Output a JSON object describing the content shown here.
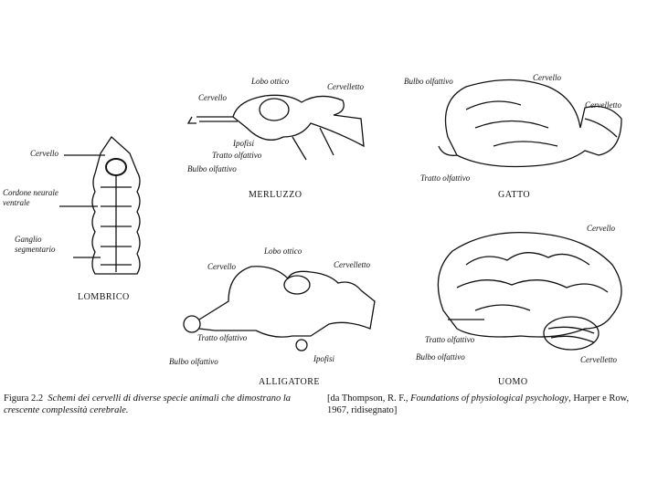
{
  "panels": {
    "lombrico": {
      "name": "LOMBRICO",
      "labels": [
        "Cervello",
        "Cordone neurale ventrale",
        "Ganglio segmentario"
      ]
    },
    "merluzzo": {
      "name": "MERLUZZO",
      "labels": [
        "Lobo ottico",
        "Cervelletto",
        "Cervello",
        "Ipofisi",
        "Tratto olfattivo",
        "Bulbo olfattivo"
      ]
    },
    "gatto": {
      "name": "GATTO",
      "labels": [
        "Bulbo olfattivo",
        "Cervello",
        "Cervelletto",
        "Tratto olfattivo"
      ]
    },
    "alligatore": {
      "name": "ALLIGATORE",
      "labels": [
        "Lobo ottico",
        "Cervello",
        "Cervelletto",
        "Tratto olfattivo",
        "Bulbo olfattivo",
        "Ipofisi"
      ]
    },
    "uomo": {
      "name": "UOMO",
      "labels": [
        "Cervello",
        "Tratto olfattivo",
        "Bulbo olfattivo",
        "Cervelletto"
      ]
    }
  },
  "caption": {
    "figure": "Figura 2.2",
    "text": "Schemi dei cervelli di diverse specie animali che dimostrano la crescente complessità cerebrale.",
    "source_prefix": "[da Thompson, R. F.,",
    "source_title": "Foundations of physiological psychology",
    "source_suffix": ", Harper e Row, 1967, ridisegnato]"
  }
}
